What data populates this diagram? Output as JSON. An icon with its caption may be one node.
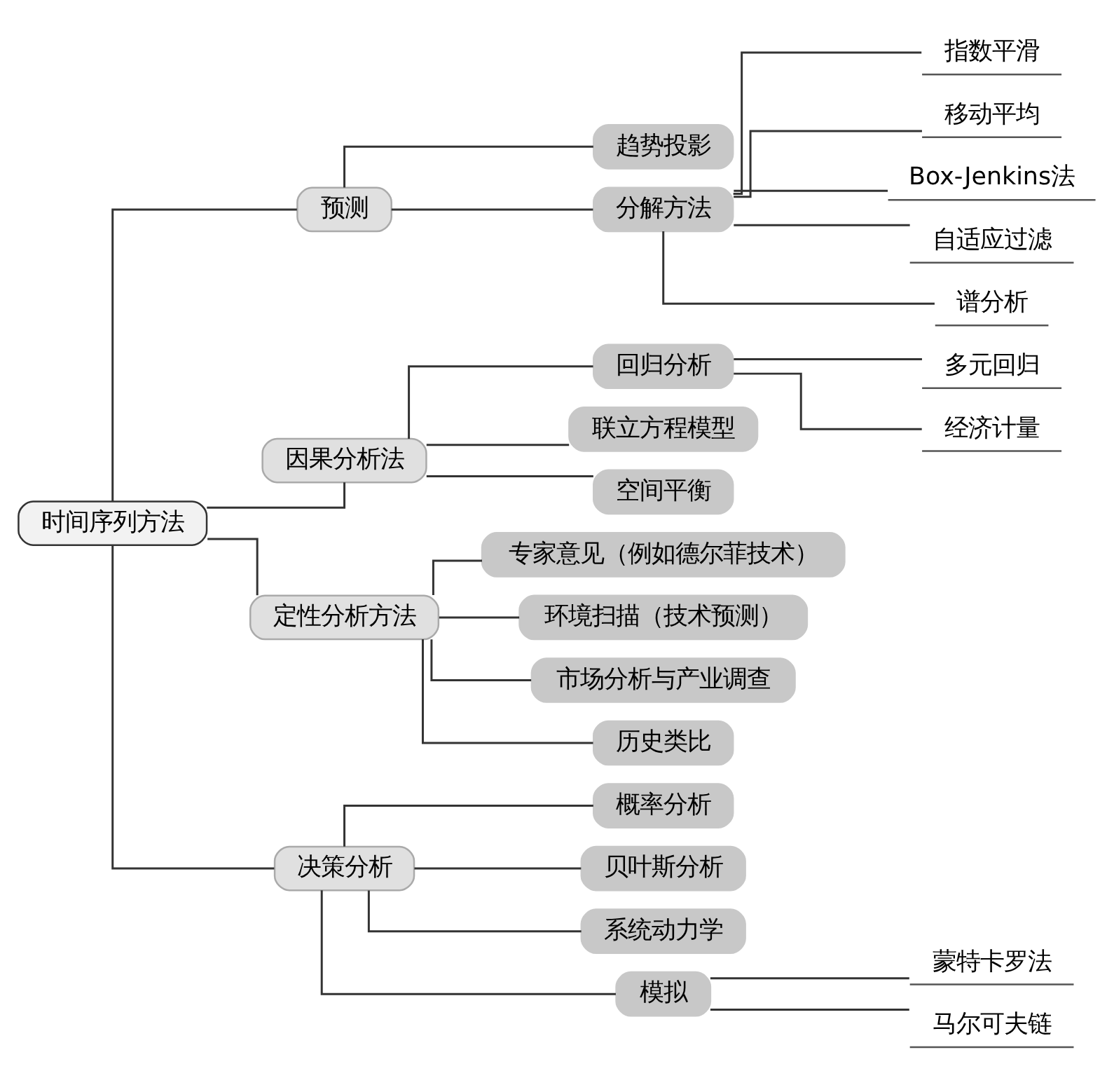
{
  "diagram": {
    "nodes": [
      {
        "text": [
          "时间序列方法"
        ]
      },
      {
        "text": [
          "预测"
        ]
      },
      {
        "text": [
          "趋势投影"
        ]
      },
      {
        "text": [
          "分解方法"
        ]
      },
      {
        "text": [
          "指数平滑"
        ]
      },
      {
        "text": [
          "移动平均"
        ]
      },
      {
        "text": [
          "Box-Jenkins法"
        ]
      },
      {
        "text": [
          "自适应过滤"
        ]
      },
      {
        "text": [
          "谱分析"
        ]
      },
      {
        "text": [
          "因果分析法"
        ]
      },
      {
        "text": [
          "回归分析"
        ]
      },
      {
        "text": [
          "多元回归"
        ]
      },
      {
        "text": [
          "经济计量"
        ]
      },
      {
        "text": [
          "联立方程模型"
        ]
      },
      {
        "text": [
          "空间平衡"
        ]
      },
      {
        "text": [
          "定性分析方法"
        ]
      },
      {
        "text": [
          "专家意见（例如德尔菲技术）"
        ]
      },
      {
        "text": [
          "环境扫描（技术预测）"
        ]
      },
      {
        "text": [
          "市场分析与产业调查"
        ]
      },
      {
        "text": [
          "历史类比"
        ]
      },
      {
        "text": [
          "决策分析"
        ]
      },
      {
        "text": [
          "概率分析"
        ]
      },
      {
        "text": [
          "贝叶斯分析"
        ]
      },
      {
        "text": [
          "系统动力学"
        ]
      },
      {
        "text": [
          "模拟"
        ]
      },
      {
        "text": [
          "蒙特卡罗法"
        ]
      },
      {
        "text": [
          "马尔可夫链"
        ]
      }
    ],
    "edges": [
      {
        "from": 0,
        "to": 1,
        "arrow": "none"
      },
      {
        "from": 0,
        "to": 9,
        "arrow": "none"
      },
      {
        "from": 0,
        "to": 15,
        "arrow": "none"
      },
      {
        "from": 0,
        "to": 20,
        "arrow": "none"
      },
      {
        "from": 1,
        "to": 2,
        "arrow": "none"
      },
      {
        "from": 1,
        "to": 3,
        "arrow": "none"
      },
      {
        "from": 3,
        "to": 4,
        "arrow": "none"
      },
      {
        "from": 3,
        "to": 5,
        "arrow": "none"
      },
      {
        "from": 3,
        "to": 6,
        "arrow": "none"
      },
      {
        "from": 3,
        "to": 7,
        "arrow": "none"
      },
      {
        "from": 3,
        "to": 8,
        "arrow": "none"
      },
      {
        "from": 9,
        "to": 10,
        "arrow": "none"
      },
      {
        "from": 9,
        "to": 13,
        "arrow": "none"
      },
      {
        "from": 9,
        "to": 14,
        "arrow": "none"
      },
      {
        "from": 10,
        "to": 11,
        "arrow": "none"
      },
      {
        "from": 10,
        "to": 12,
        "arrow": "none"
      },
      {
        "from": 15,
        "to": 16,
        "arrow": "none"
      },
      {
        "from": 15,
        "to": 17,
        "arrow": "none"
      },
      {
        "from": 15,
        "to": 18,
        "arrow": "none"
      },
      {
        "from": 15,
        "to": 19,
        "arrow": "none"
      },
      {
        "from": 20,
        "to": 21,
        "arrow": "none"
      },
      {
        "from": 20,
        "to": 22,
        "arrow": "none"
      },
      {
        "from": 20,
        "to": 23,
        "arrow": "none"
      },
      {
        "from": 20,
        "to": 24,
        "arrow": "none"
      },
      {
        "from": 24,
        "to": 25,
        "arrow": "none"
      },
      {
        "from": 24,
        "to": 26,
        "arrow": "none"
      }
    ]
  }
}
